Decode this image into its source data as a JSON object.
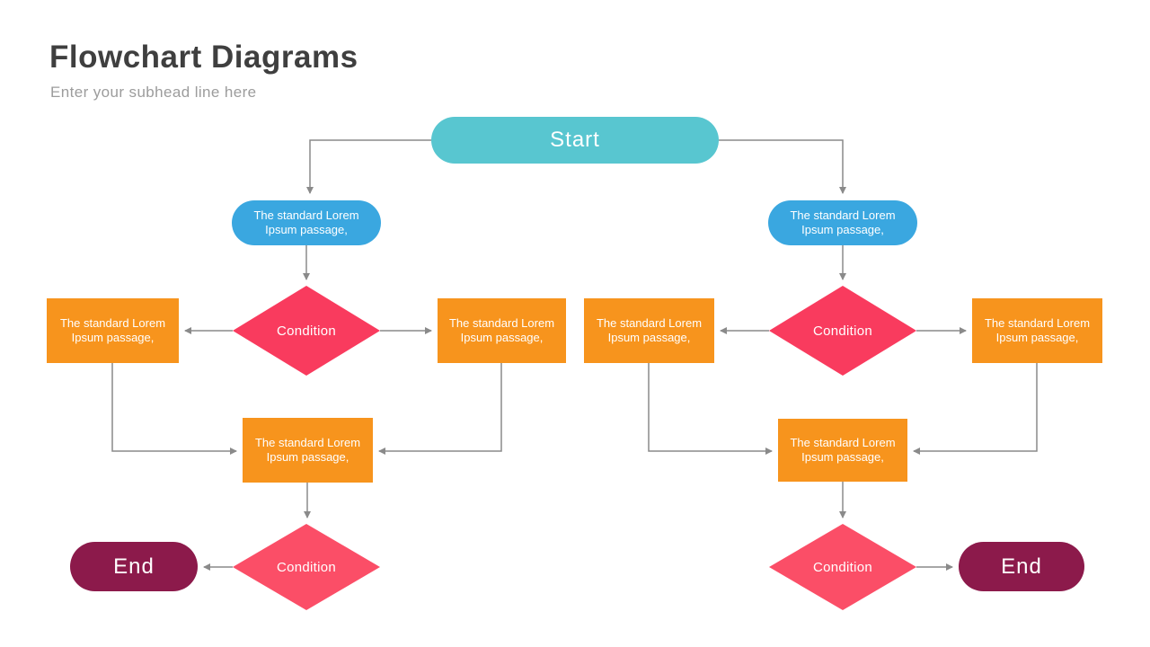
{
  "slide": {
    "title": "Flowchart Diagrams",
    "subtitle": "Enter your subhead line here"
  },
  "colors": {
    "teal": "#58c6d0",
    "blue": "#3aa7e0",
    "pink": "#f93b5e",
    "pinkLight": "#fb4e67",
    "orange": "#f7941d",
    "maroon": "#8c1a4b",
    "connector": "#8a8a8a",
    "title": "#3f3f3f",
    "subtitle": "#9c9c9c"
  },
  "flowchart": {
    "start": "Start",
    "left": {
      "entry_process": "The standard Lorem Ipsum passage,",
      "condition_top": "Condition",
      "branch_left_process": "The standard Lorem Ipsum passage,",
      "branch_right_process": "The standard Lorem Ipsum passage,",
      "merge_process": "The standard Lorem Ipsum passage,",
      "condition_bottom": "Condition",
      "end": "End"
    },
    "right": {
      "entry_process": "The standard Lorem Ipsum passage,",
      "condition_top": "Condition",
      "branch_left_process": "The standard Lorem Ipsum passage,",
      "branch_right_process": "The standard Lorem Ipsum passage,",
      "merge_process": "The standard Lorem Ipsum passage,",
      "condition_bottom": "Condition",
      "end": "End"
    }
  }
}
